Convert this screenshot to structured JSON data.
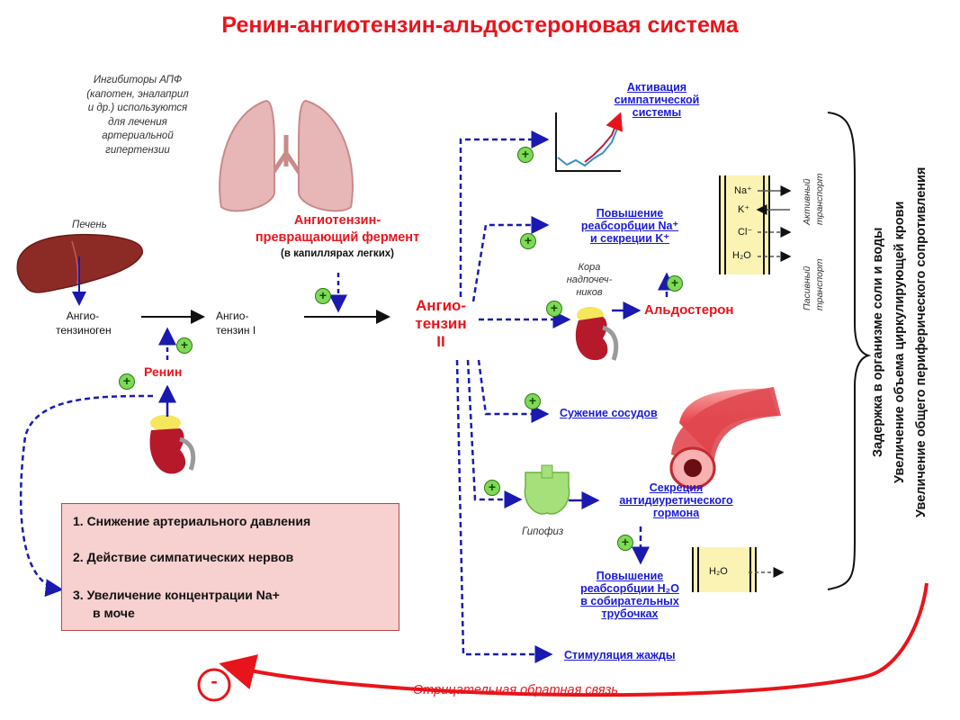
{
  "title": "Ренин-ангиотензин-альдостероновая система",
  "ace_inhibitors_note": [
    "Ингибиторы АПФ",
    "(капотен, эналаприл",
    "и др.) используются",
    "для лечения",
    "артериальной",
    "гипертензии"
  ],
  "liver_label": "Печень",
  "angiotensinogen": [
    "Ангио-",
    "тензиноген"
  ],
  "angiotensin_i": [
    "Ангио-",
    "тензин I"
  ],
  "renin": "Ренин",
  "ace": [
    "Ангиотензин-",
    "превращающий фермент"
  ],
  "ace_location": "(в капиллярах легких)",
  "angiotensin_ii": [
    "Ангио-",
    "тензин",
    "II"
  ],
  "effects": {
    "sympathetic": [
      "Активация",
      "симпатической",
      "системы"
    ],
    "na_reabsorption": [
      "Повышение",
      "реабсорбции Na⁺",
      "и секреции K⁺"
    ],
    "aldosterone": "Альдостерон",
    "adrenal_cortex": [
      "Кора",
      "надпочеч-",
      "ников"
    ],
    "vasoconstriction": "Сужение сосудов",
    "adh": [
      "Секреция",
      "антидиуретического",
      "гормона"
    ],
    "pituitary": "Гипофиз",
    "water_reabsorption": [
      "Повышение",
      "реабсорбции H₂O",
      "в собирательных",
      "трубочках"
    ],
    "thirst": "Стимуляция жажды"
  },
  "transport": {
    "ions": [
      "Na⁺",
      "K⁺",
      "Cl⁻",
      "H₂O"
    ],
    "active": [
      "Активный",
      "транспорт"
    ],
    "passive": [
      "Пасивный",
      "транспорт"
    ],
    "water": "H₂O"
  },
  "plus_sign": "+",
  "minus_sign": "-",
  "conditions": [
    "1. Снижение артериального давления",
    "2. Действие симпатических нервов",
    "3. Увеличение концентрации Na+",
    "в моче"
  ],
  "outcomes": [
    "Задержка в организме соли и воды",
    "Увеличение объема циркулирующей крови",
    "Увеличение общего периферического сопротивления"
  ],
  "feedback": "Отрицательная обратная связь",
  "colors": {
    "title": "#e8141b",
    "link": "#1a1ad8",
    "dashed": "#1a1ab0",
    "plus": "#7ed957",
    "box": "#f7d0d0",
    "feedback": "#e8141b"
  }
}
